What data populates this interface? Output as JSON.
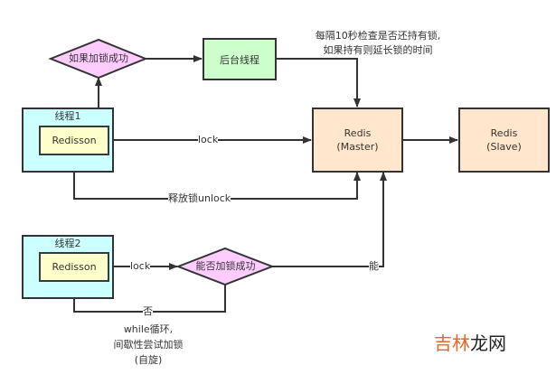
{
  "diagram": {
    "nodes": {
      "thread1": {
        "title": "线程1",
        "inner": "Redisson"
      },
      "thread2": {
        "title": "线程2",
        "inner": "Redisson"
      },
      "decision1": {
        "label": "如果加锁成功"
      },
      "decision2": {
        "label": "能否加锁成功"
      },
      "background_thread": {
        "label": "后台线程"
      },
      "redis_master": {
        "line1": "Redis",
        "line2": "(Master)"
      },
      "redis_slave": {
        "line1": "Redis",
        "line2": "(Slave)"
      }
    },
    "edges": {
      "lock1": "lock",
      "unlock": "释放锁unlock",
      "lock2": "lock",
      "yes": "能",
      "no": "否"
    },
    "annotations": {
      "watchdog_line1": "每隔10秒检查是否还持有锁,",
      "watchdog_line2": "如果持有则延长锁的时间",
      "spin_line1": "while循环,",
      "spin_line2": "间歇性尝试加锁",
      "spin_line3": "(自旋)"
    },
    "colors": {
      "thread_fill": "#ccffff",
      "redisson_fill": "#ffffcc",
      "decision_fill": "#ffccff",
      "background_thread_fill": "#ccffcc",
      "redis_fill": "#ffe6cc",
      "stroke": "#333333"
    }
  },
  "watermark": {
    "part1": "吉林",
    "part2": "龙网",
    "color1": "#f26522",
    "color2": "#222222"
  }
}
